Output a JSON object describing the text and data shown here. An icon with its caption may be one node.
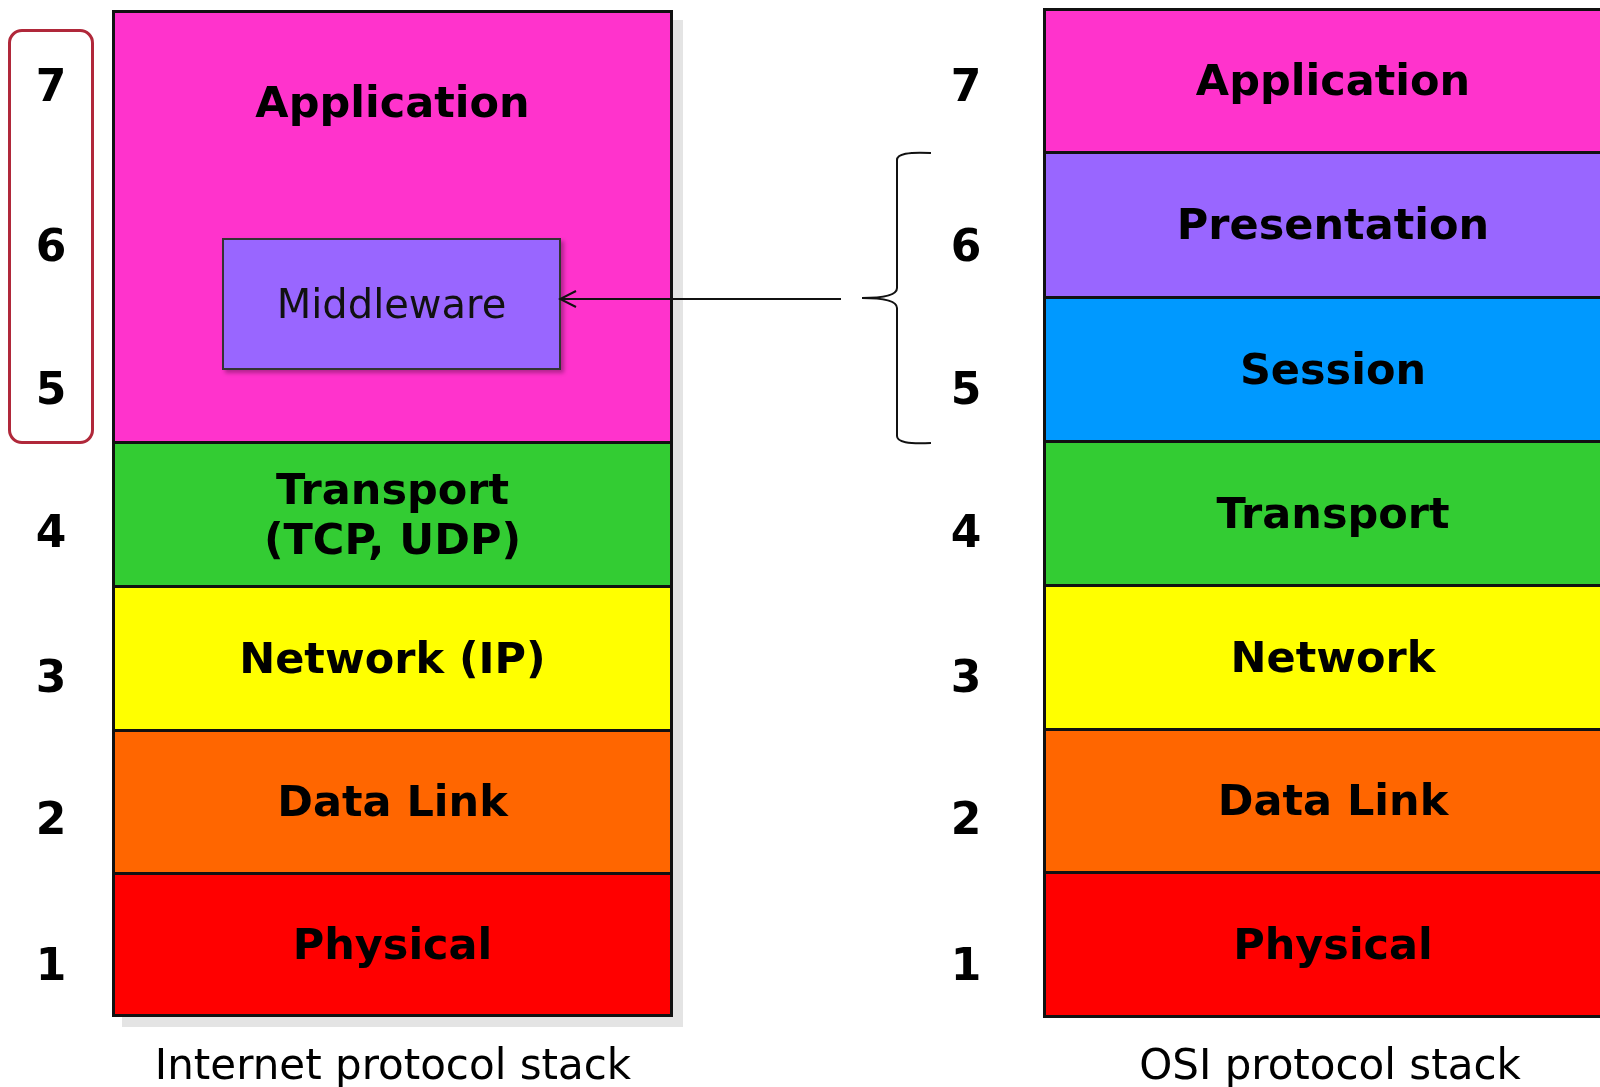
{
  "diagram": {
    "nodes": [
      {
        "text": [
          "Application"
        ]
      },
      {
        "text": [
          "Middleware"
        ],
        "in": 0
      },
      {
        "text": [
          "Transport (TCP, UDP)"
        ]
      },
      {
        "text": [
          "Network (IP)"
        ]
      },
      {
        "text": [
          "Data Link"
        ]
      },
      {
        "text": [
          "Physical"
        ]
      },
      {
        "text": [
          "Application"
        ]
      },
      {
        "text": [
          "Presentation"
        ]
      },
      {
        "text": [
          "Session"
        ]
      },
      {
        "text": [
          "Transport"
        ]
      },
      {
        "text": [
          "Network"
        ]
      },
      {
        "text": [
          "Data Link"
        ]
      },
      {
        "text": [
          "Physical"
        ]
      }
    ],
    "edges": [
      {
        "from": null,
        "to": 1,
        "arrow": "to"
      }
    ],
    "labels": [
      "7",
      "6",
      "5",
      "4",
      "3",
      "2",
      "1",
      "7",
      "6",
      "5",
      "4",
      "3",
      "2",
      "1",
      "Internet protocol stack",
      "OSI protocol stack"
    ]
  }
}
